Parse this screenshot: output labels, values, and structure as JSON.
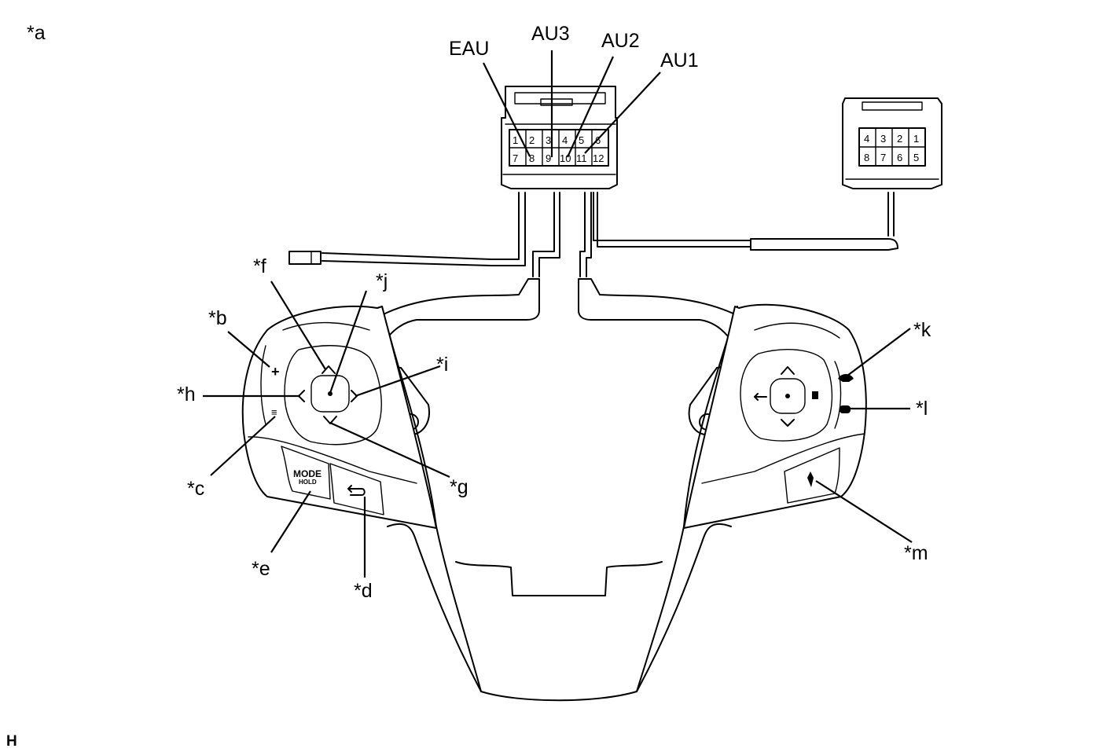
{
  "figure_label": "*a",
  "page_marker": "H",
  "callouts": {
    "a": "*a",
    "b": "*b",
    "c": "*c",
    "d": "*d",
    "e": "*e",
    "f": "*f",
    "g": "*g",
    "h": "*h",
    "i": "*i",
    "j": "*j",
    "k": "*k",
    "l": "*l",
    "m": "*m"
  },
  "terminals": {
    "eau": "EAU",
    "au3": "AU3",
    "au2": "AU2",
    "au1": "AU1"
  },
  "connector_12pin": {
    "row1": [
      "1",
      "2",
      "3",
      "4",
      "5",
      "6"
    ],
    "row2": [
      "7",
      "8",
      "9",
      "10",
      "11",
      "12"
    ]
  },
  "connector_8pin": {
    "row1": [
      "4",
      "3",
      "2",
      "1"
    ],
    "row2": [
      "8",
      "7",
      "6",
      "5"
    ]
  },
  "button_text": {
    "mode": "MODE",
    "hold": "HOLD"
  }
}
